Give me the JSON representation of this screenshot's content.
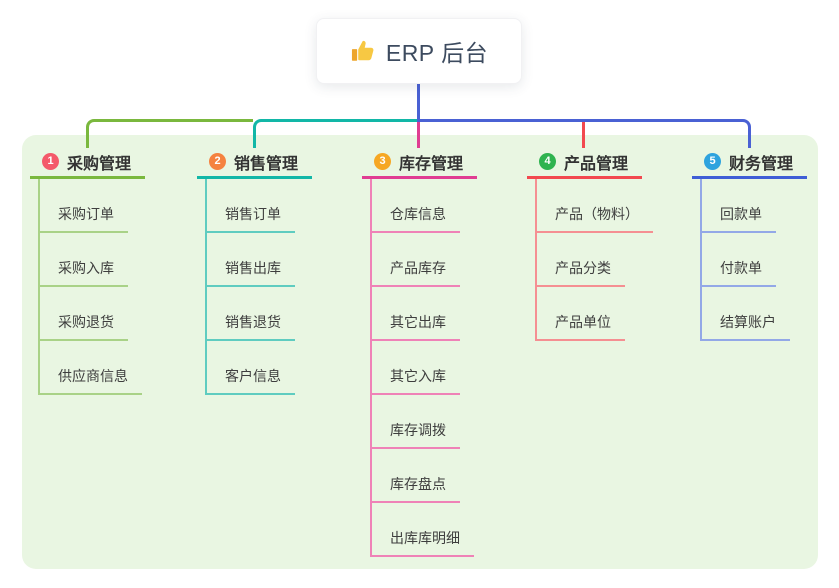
{
  "root_node": {
    "icon": "thumbs-up-icon",
    "title": "ERP 后台"
  },
  "canvas": {
    "panel_background": "#e9f6e2",
    "root_connector_color": "#4a61d4",
    "root_text_color": "#3d4b5f",
    "title_text_color": "#333333",
    "child_text_color": "#3e3e3e"
  },
  "branches": [
    {
      "num": "1",
      "title": "采购管理",
      "badge_color": "#f4596a",
      "line_color": "#7ab83e",
      "child_line_color": "#a9d287",
      "children": [
        "采购订单",
        "采购入库",
        "采购退货",
        "供应商信息"
      ]
    },
    {
      "num": "2",
      "title": "销售管理",
      "badge_color": "#f5823f",
      "line_color": "#12b7a7",
      "child_line_color": "#5fccc0",
      "children": [
        "销售订单",
        "销售出库",
        "销售退货",
        "客户信息"
      ]
    },
    {
      "num": "3",
      "title": "库存管理",
      "badge_color": "#f6a723",
      "line_color": "#e03d92",
      "child_line_color": "#ef82b7",
      "children": [
        "仓库信息",
        "产品库存",
        "其它出库",
        "其它入库",
        "库存调拨",
        "库存盘点",
        "出库库明细"
      ]
    },
    {
      "num": "4",
      "title": "产品管理",
      "badge_color": "#2eb34f",
      "line_color": "#f2494f",
      "child_line_color": "#f58f92",
      "children": [
        "产品（物料）",
        "产品分类",
        "产品单位"
      ]
    },
    {
      "num": "5",
      "title": "财务管理",
      "badge_color": "#2ea3de",
      "line_color": "#3f5ed6",
      "child_line_color": "#93a8e7",
      "children": [
        "回款单",
        "付款单",
        "结算账户"
      ]
    }
  ]
}
